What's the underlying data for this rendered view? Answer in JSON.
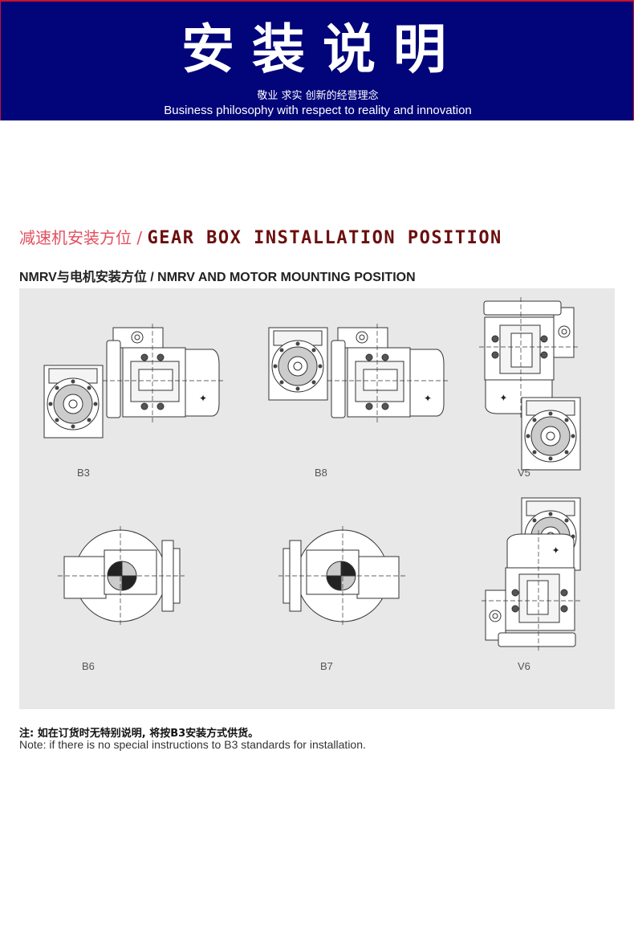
{
  "banner": {
    "title": "安装说明",
    "subtitle_cn": "敬业 求实 创新的经营理念",
    "subtitle_en": "Business philosophy with respect to reality and innovation"
  },
  "section": {
    "title_cn": "减速机安装方位 / ",
    "title_en": "GEAR BOX INSTALLATION POSITION",
    "subtitle": "NMRV与电机安装方位 / NMRV AND MOTOR MOUNTING POSITION"
  },
  "positions": [
    {
      "label": "B3"
    },
    {
      "label": "B8"
    },
    {
      "label": "V5"
    },
    {
      "label": "B6"
    },
    {
      "label": "B7"
    },
    {
      "label": "V6"
    }
  ],
  "note": {
    "cn": "注: 如在订货时无特别说明, 将按B3安装方式供货。",
    "en": "Note: if there is no special instructions to B3 standards for installation."
  },
  "colors": {
    "banner": "#020479",
    "accent_red": "#e05060",
    "title_dark_red": "#6b0f0f",
    "panel": "#e8e8e8"
  }
}
